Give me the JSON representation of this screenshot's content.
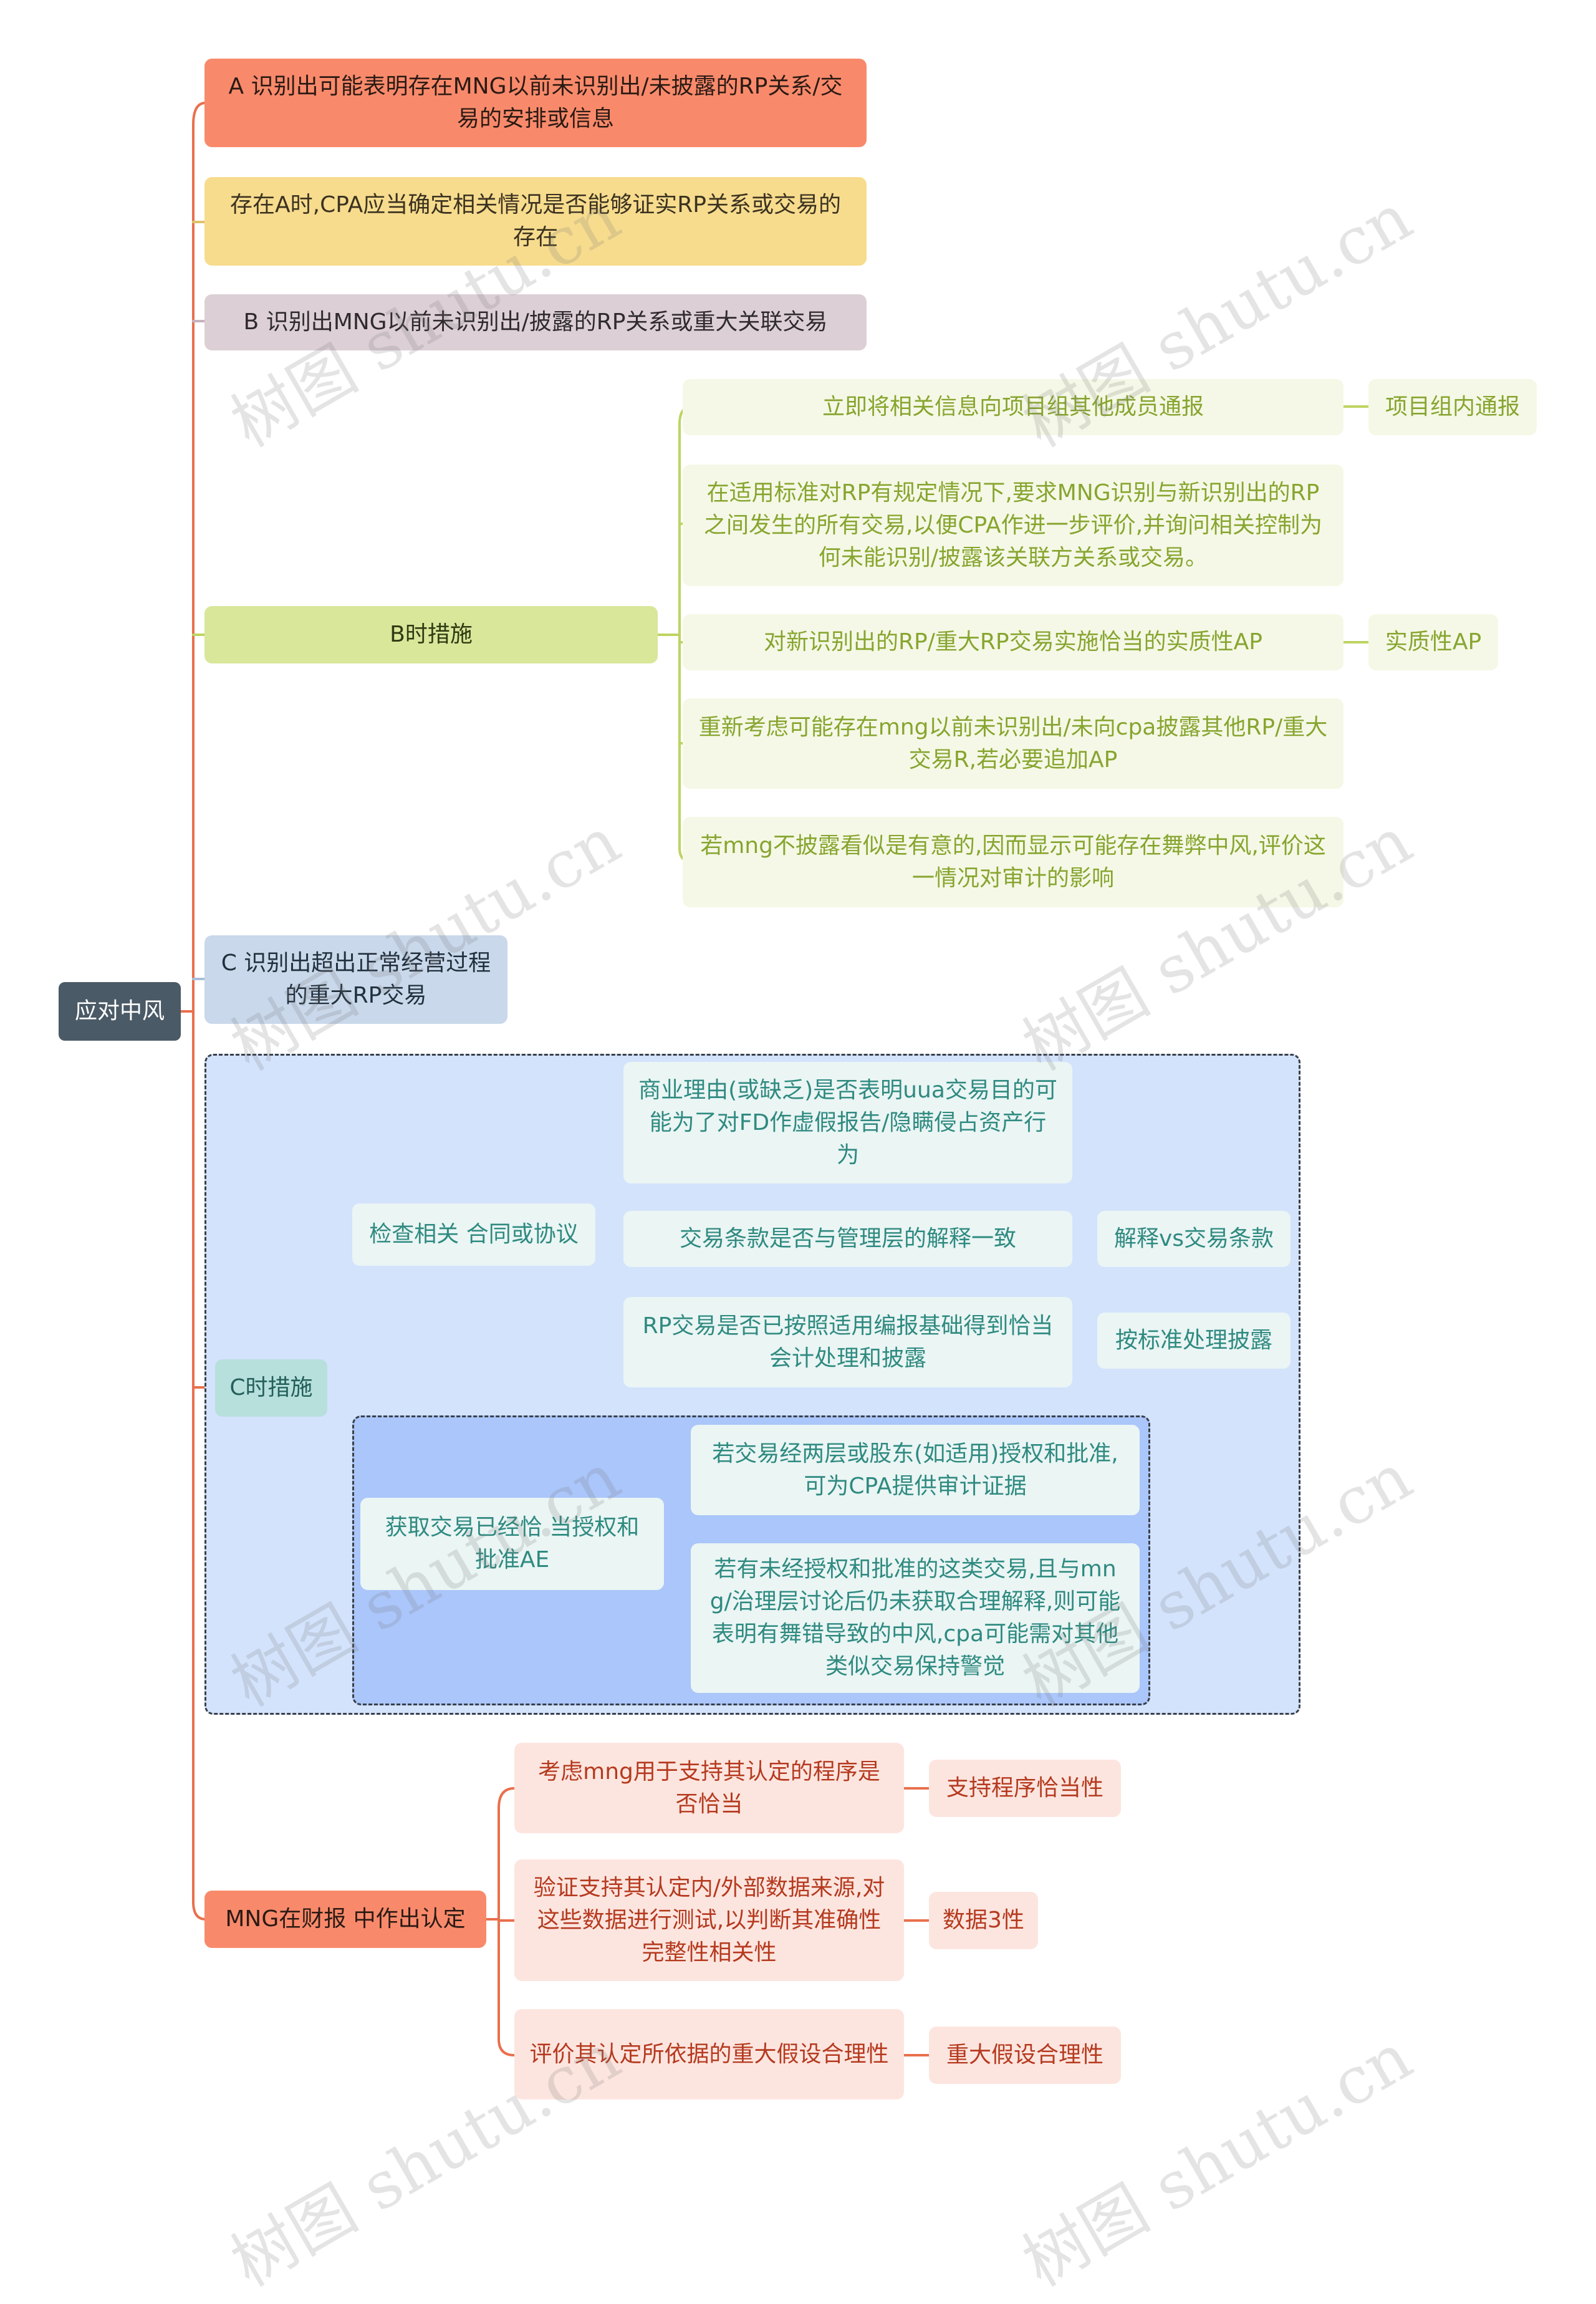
{
  "root": "应对中风",
  "branches": {
    "a": "A 识别出可能表明存在MNG以前未识别出/未披露的RP关系/交易的安排或信息",
    "a_note": "存在A时,CPA应当确定相关情况是否能够证实RP关系或交易的存在",
    "b": "B 识别出MNG以前未识别出/披露的RP关系或重大关联交易",
    "b_measures": "B时措施",
    "b_items": [
      {
        "text": "立即将相关信息向项目组其他成员通报",
        "tag": "项目组内通报"
      },
      {
        "text": "在适用标准对RP有规定情况下,要求MNG识别与新识别出的RP之间发生的所有交易,以便CPA作进一步评价,并询问相关控制为何未能识别/披露该关联方关系或交易。"
      },
      {
        "text": "对新识别出的RP/重大RP交易实施恰当的实质性AP",
        "tag": "实质性AP"
      },
      {
        "text": "重新考虑可能存在mng以前未识别出/未向cpa披露其他RP/重大交易R,若必要追加AP"
      },
      {
        "text": "若mng不披露看似是有意的,因而显示可能存在舞弊中风,评价这一情况对审计的影响"
      }
    ],
    "c": "C 识别出超出正常经营过程的重大RP交易",
    "c_measures": "C时措施",
    "c_check": "检查相关 合同或协议",
    "c_check_items": [
      {
        "text": "商业理由(或缺乏)是否表明uua交易目的可能为了对FD作虚假报告/隐瞒侵占资产行为"
      },
      {
        "text": "交易条款是否与管理层的解释一致",
        "tag": "解释vs交易条款"
      },
      {
        "text": "RP交易是否已按照适用编报基础得到恰当会计处理和披露",
        "tag": "按标准处理披露"
      }
    ],
    "c_auth": "获取交易已经恰 当授权和批准AE",
    "c_auth_items": [
      {
        "text": "若交易经两层或股东(如适用)授权和批准,可为CPA提供审计证据"
      },
      {
        "text": "若有未经授权和批准的这类交易,且与mng/治理层讨论后仍未获取合理解释,则可能表明有舞错导致的中风,cpa可能需对其他类似交易保持警觉"
      }
    ],
    "mng": "MNG在财报 中作出认定",
    "mng_items": [
      {
        "text": "考虑mng用于支持其认定的程序是否恰当",
        "tag": "支持程序恰当性"
      },
      {
        "text": "验证支持其认定内/外部数据来源,对这些数据进行测试,以判断其准确性完整性相关性",
        "tag": "数据3性"
      },
      {
        "text": "评价其认定所依据的重大假设合理性",
        "tag": "重大假设合理性"
      }
    ]
  },
  "watermark": "树图 shutu.cn",
  "colors": {
    "root": "#4a5a66",
    "red": "#f88a6b",
    "yellow": "#f7dc8e",
    "mauve": "#dccfd6",
    "green": "#d8e79a",
    "blue": "#c9d8ea",
    "teal": "#b7e0dc"
  }
}
